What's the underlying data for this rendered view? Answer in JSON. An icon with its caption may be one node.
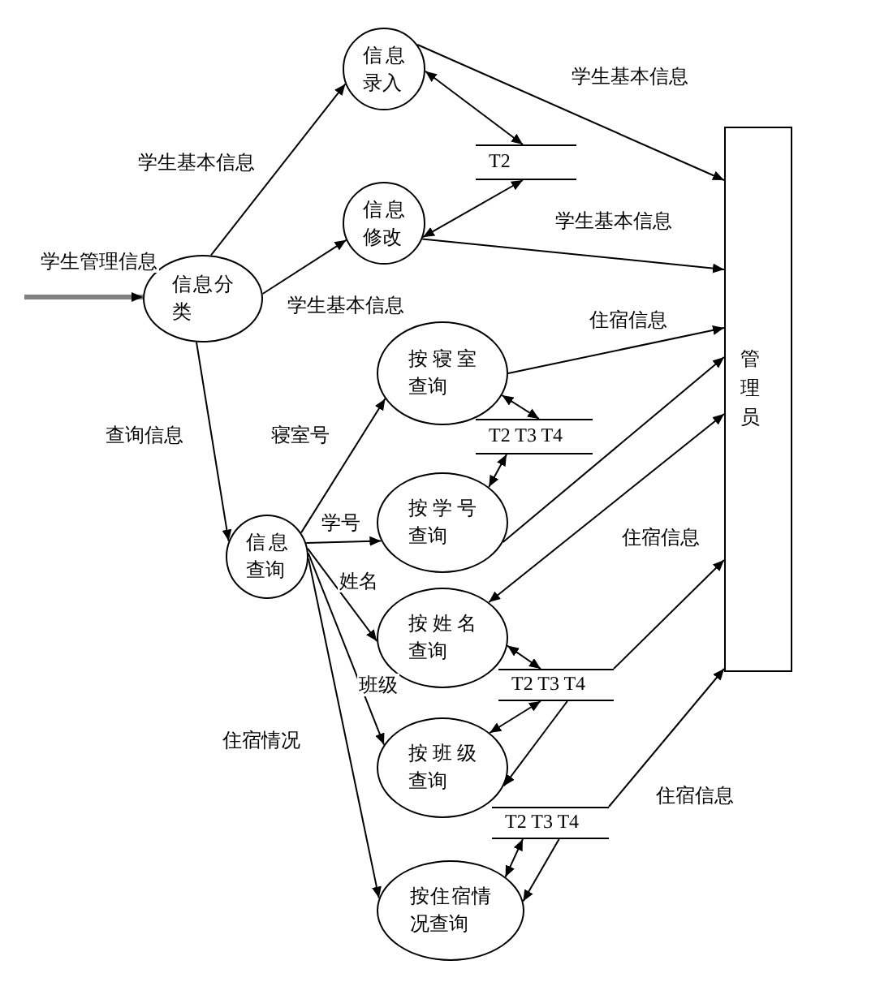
{
  "diagram": {
    "nodes": [
      {
        "text": [
          "信息分类"
        ]
      },
      {
        "text": [
          "信息录入"
        ]
      },
      {
        "text": [
          "信息修改"
        ]
      },
      {
        "text": [
          "T2"
        ]
      },
      {
        "text": [
          "信息查询"
        ]
      },
      {
        "text": [
          "按寝室查询"
        ]
      },
      {
        "text": [
          "T2 T3 T4"
        ]
      },
      {
        "text": [
          "按学号查询"
        ]
      },
      {
        "text": [
          "按姓名查询"
        ]
      },
      {
        "text": [
          "T2 T3 T4"
        ]
      },
      {
        "text": [
          "按班级查询"
        ]
      },
      {
        "text": [
          "T2 T3 T4"
        ]
      },
      {
        "text": [
          "按住宿情况查询"
        ]
      },
      {
        "text": [
          "管理员"
        ]
      }
    ],
    "edges": [
      {
        "from": null,
        "to": 0,
        "arrow": "to",
        "label": "学生管理信息",
        "style": "thick",
        "color": "#808080"
      },
      {
        "from": 0,
        "to": 1,
        "arrow": "to",
        "label": "学生基本信息"
      },
      {
        "from": 0,
        "to": 2,
        "arrow": "to",
        "label": "学生基本信息"
      },
      {
        "from": 0,
        "to": 4,
        "arrow": "to",
        "label": "查询信息"
      },
      {
        "from": 1,
        "to": 13,
        "arrow": "to",
        "label": "学生基本信息"
      },
      {
        "from": 1,
        "to": 3,
        "arrow": "both"
      },
      {
        "from": 3,
        "to": 2,
        "arrow": "both"
      },
      {
        "from": 2,
        "to": 13,
        "arrow": "to",
        "label": "学生基本信息"
      },
      {
        "from": 4,
        "to": 5,
        "arrow": "to",
        "label": "寝室号"
      },
      {
        "from": 4,
        "to": 7,
        "arrow": "to",
        "label": "学号"
      },
      {
        "from": 4,
        "to": 8,
        "arrow": "to",
        "label": "姓名"
      },
      {
        "from": 4,
        "to": 10,
        "arrow": "to",
        "label": "班级"
      },
      {
        "from": 4,
        "to": 12,
        "arrow": "to",
        "label": "住宿情况"
      },
      {
        "from": 5,
        "to": 13,
        "arrow": "to",
        "label": "住宿信息"
      },
      {
        "from": 5,
        "to": 6,
        "arrow": "both"
      },
      {
        "from": 6,
        "to": 7,
        "arrow": "both"
      },
      {
        "from": 7,
        "to": 13,
        "arrow": "to"
      },
      {
        "from": 13,
        "to": 8,
        "arrow": "both",
        "label": "住宿信息"
      },
      {
        "from": 8,
        "to": 9,
        "arrow": "both"
      },
      {
        "from": 9,
        "to": 10,
        "arrow": "both"
      },
      {
        "from": 9,
        "to": 13,
        "arrow": "to"
      },
      {
        "from": 9,
        "to": 10,
        "arrow": "to"
      },
      {
        "from": 11,
        "to": 13,
        "arrow": "to",
        "label": "住宿信息"
      },
      {
        "from": 11,
        "to": 12,
        "arrow": "both"
      },
      {
        "from": 11,
        "to": 12,
        "arrow": "to"
      }
    ]
  }
}
